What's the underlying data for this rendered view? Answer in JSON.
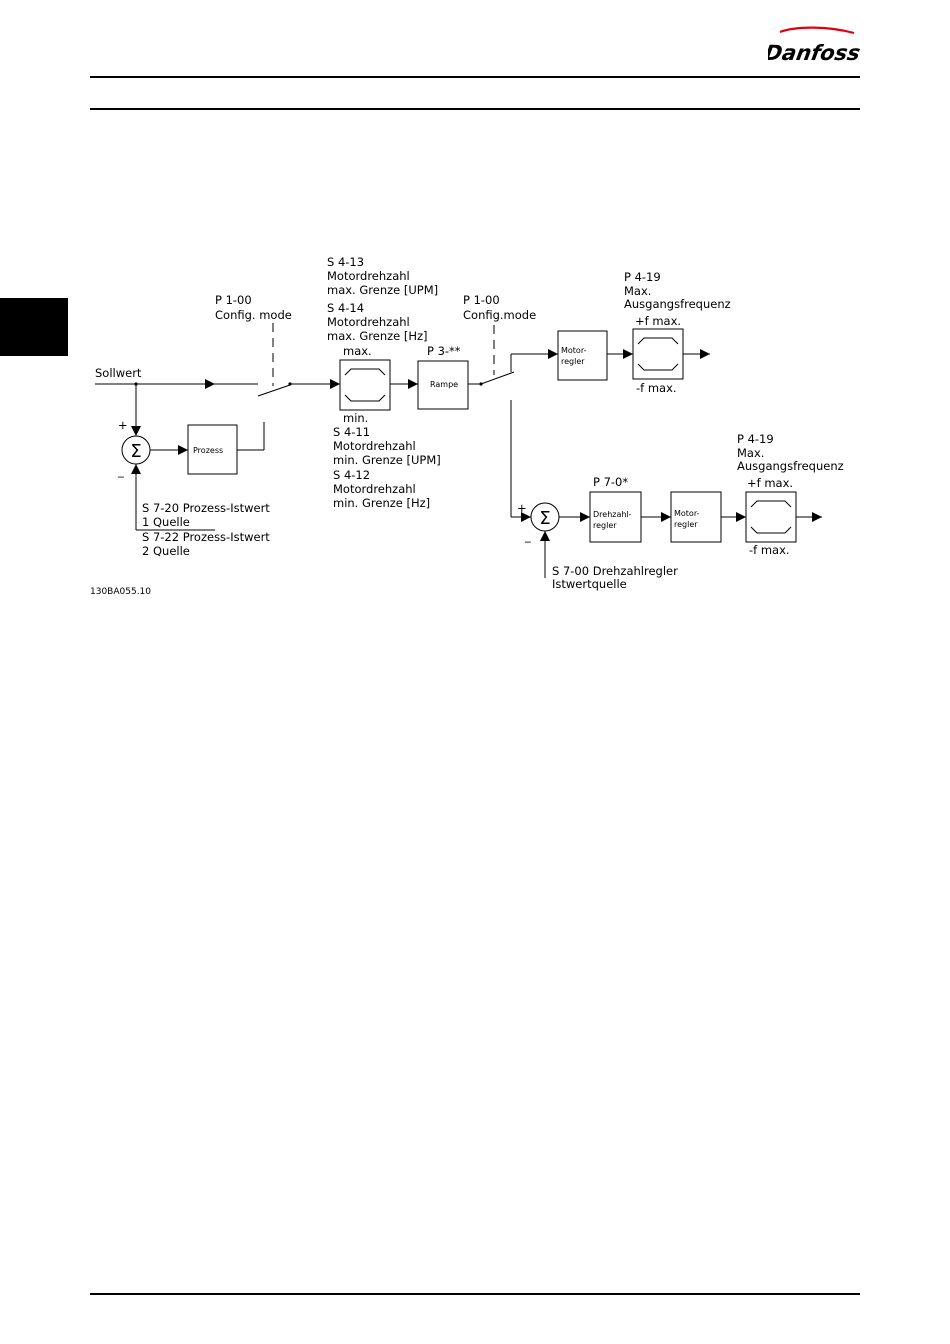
{
  "brand": {
    "name": "Danfoss",
    "color": "#e2000f"
  },
  "header": {
    "rule_color": "#000000"
  },
  "side_tab": {
    "color": "#000000"
  },
  "diagram": {
    "sollwert": "Sollwert",
    "p100_upper": [
      "P 1-00",
      "Config. mode"
    ],
    "s413_group": [
      "S 4-13",
      "Motordrehzahl",
      "max. Grenze [UPM]",
      "S 4-14",
      "Motordrehzahl",
      "max. Grenze [Hz]"
    ],
    "limiter_max": "max.",
    "limiter_min": "min.",
    "s411_group": [
      "S 4-11",
      "Motordrehzahl",
      "min. Grenze [UPM]",
      "S 4-12",
      "Motordrehzahl",
      "min. Grenze [Hz]"
    ],
    "p3": "P 3-**",
    "rampe": "Rampe",
    "p100_right": [
      "P 1-00",
      "Config.mode"
    ],
    "motorregler_top": [
      "Motor-",
      "regler"
    ],
    "p419_top": [
      "P 4-19",
      "Max.",
      "Ausgangsfrequenz"
    ],
    "fmax_top": "+f max.",
    "fmin_top": "-f max.",
    "prozess": "Prozess",
    "plus": "+",
    "minus": "_",
    "feedback_labels": [
      "S 7-20 Prozess-Istwert",
      "1 Quelle",
      "S 7-22 Prozess-Istwert",
      "2 Quelle"
    ],
    "p419_bottom": [
      "P 4-19",
      "Max.",
      "Ausgangsfrequenz"
    ],
    "fmax_bottom": "+f max.",
    "fmin_bottom": "-f max.",
    "p70": "P 7-0*",
    "drehzahlregler": [
      "Drehzahl-",
      "regler"
    ],
    "motorregler_bottom": [
      "Motor-",
      "regler"
    ],
    "s700": [
      "S 7-00 Drehzahlregler",
      "Istwertquelle"
    ],
    "sigma": "Σ",
    "figure_ref": "130BA055.10"
  }
}
